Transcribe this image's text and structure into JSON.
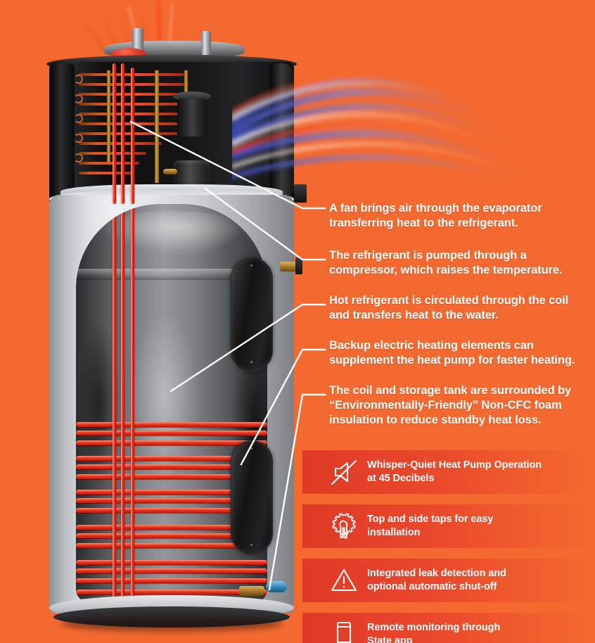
{
  "background_color": "#f4692f",
  "product": {
    "name": "heat-pump-water-heater-cutaway",
    "alt": "Cutaway illustration of a hybrid heat pump water heater showing evaporator coil, compressor, wrapped refrigerant coil, storage tank and foam insulation"
  },
  "callouts": [
    {
      "id": "fan-evaporator",
      "lines": [
        "A fan brings air through the evaporator",
        "transferring heat to the refrigerant."
      ]
    },
    {
      "id": "compressor",
      "lines": [
        "The refrigerant is pumped through a",
        "compressor, which raises the temperature."
      ]
    },
    {
      "id": "hot-refrigerant-coil",
      "lines": [
        "Hot refrigerant is circulated through the coil",
        "and transfers heat to the water."
      ]
    },
    {
      "id": "backup-elements",
      "lines": [
        "Backup electric heating elements can",
        "supplement the heat pump for faster heating."
      ]
    },
    {
      "id": "foam-insulation",
      "lines": [
        "The coil and storage tank are surrounded by",
        "“Environmentally-Friendly” Non-CFC foam",
        "insulation to reduce standby heat loss."
      ]
    }
  ],
  "features": [
    {
      "icon": "speaker-mute-icon",
      "lines": [
        "Whisper-Quiet Heat Pump Operation",
        "at 45 Decibels"
      ]
    },
    {
      "icon": "gear-wrench-icon",
      "lines": [
        "Top and side taps for easy",
        "installation"
      ]
    },
    {
      "icon": "warning-triangle-icon",
      "lines": [
        "Integrated leak detection and",
        "optional automatic shut-off"
      ]
    },
    {
      "icon": "smartphone-icon",
      "lines": [
        "Remote monitoring through",
        "State app"
      ]
    }
  ],
  "colors": {
    "background_orange": "#f4692f",
    "bar_dark_red": "#df3a23",
    "text_white": "#ffffff",
    "coil_red": "#ef3423",
    "airflow_blue": "#5f6fd0",
    "airflow_red": "#e03a20"
  }
}
